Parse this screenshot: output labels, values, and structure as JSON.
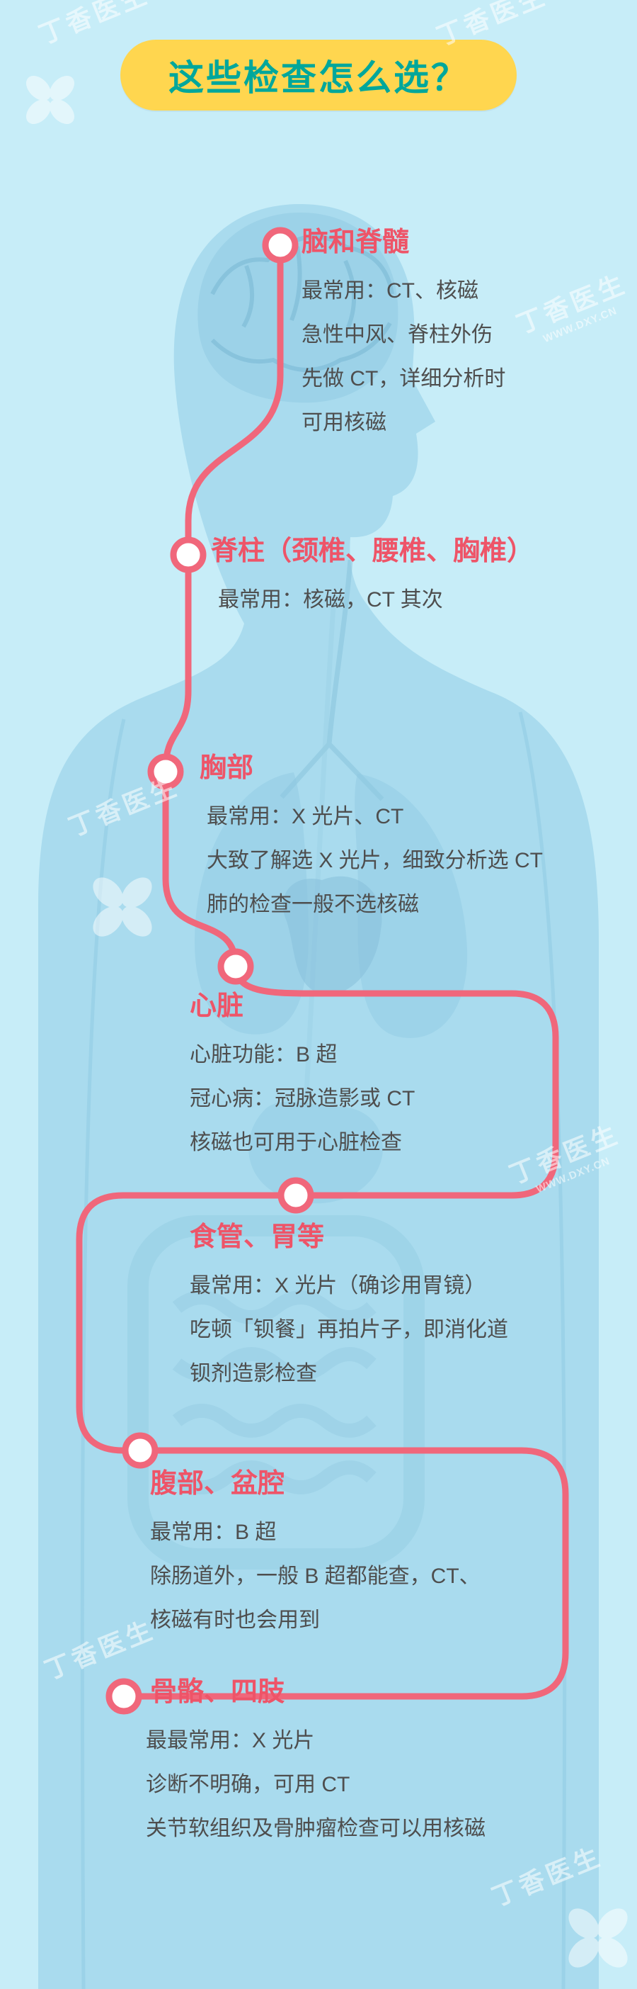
{
  "title": {
    "text": "这些检查怎么选？"
  },
  "watermark": {
    "brand": "丁香医生",
    "url": "WWW.DXY.CN"
  },
  "colors": {
    "background": "#c7edf8",
    "body_silhouette": "#a9dbee",
    "organ_line": "#86c2db",
    "badge_background": "#ffd64f",
    "badge_text": "#00a79b",
    "route_pink": "#f0677b",
    "section_title": "#ee5468",
    "body_text": "#4e4e4e"
  },
  "sections": [
    {
      "id": "brain-spinal-cord",
      "title": "脑和脊髓",
      "lines": [
        "最常用：CT、核磁",
        "急性中风、脊柱外伤",
        "先做 CT，详细分析时",
        "可用核磁"
      ]
    },
    {
      "id": "spine",
      "title": "脊柱（颈椎、腰椎、胸椎）",
      "lines": [
        "最常用：核磁，CT 其次"
      ]
    },
    {
      "id": "chest",
      "title": "胸部",
      "lines": [
        "最常用：X 光片、CT",
        "大致了解选 X 光片，细致分析选 CT",
        "肺的检查一般不选核磁"
      ]
    },
    {
      "id": "heart",
      "title": "心脏",
      "lines": [
        "心脏功能：B 超",
        "冠心病：冠脉造影或 CT",
        "核磁也可用于心脏检查"
      ]
    },
    {
      "id": "esophagus-stomach",
      "title": "食管、胃等",
      "lines": [
        "最常用：X 光片（确诊用胃镜）",
        "吃顿「钡餐」再拍片子，即消化道",
        "钡剂造影检查"
      ]
    },
    {
      "id": "abdomen-pelvis",
      "title": "腹部、盆腔",
      "lines": [
        "最常用：B 超",
        "除肠道外，一般 B 超都能查，CT、",
        "核磁有时也会用到"
      ]
    },
    {
      "id": "bones-limbs",
      "title": "骨骼、四肢",
      "lines": [
        "最最常用：X 光片",
        "诊断不明确，可用 CT",
        "关节软组织及骨肿瘤检查可以用核磁"
      ]
    }
  ]
}
